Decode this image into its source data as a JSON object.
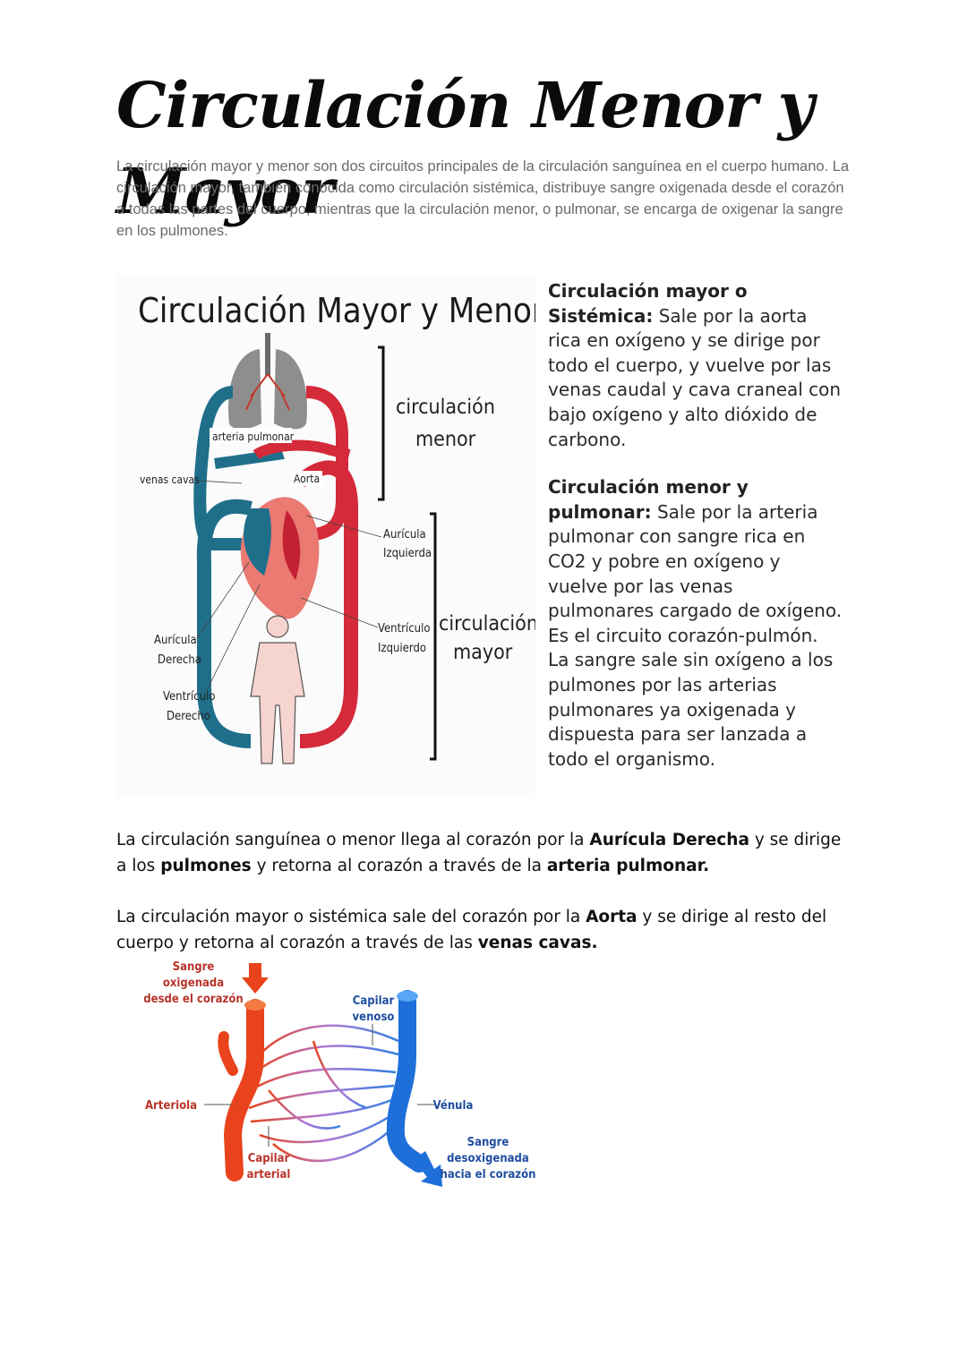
{
  "title": "Circulación Menor y Mayor",
  "intro": "La circulación mayor y menor son dos circuitos principales de la circulación sanguínea en el cuerpo humano. La circulación mayor, también conocida como circulación sistémica, distribuye sangre oxigenada desde el corazón a todas las partes del cuerpo, mientras que la circulación menor, o pulmonar, se encarga de oxigenar la sangre en los pulmones.",
  "diagram1": {
    "title": "Circulación Mayor y Menor",
    "labels": {
      "arteria_pulmonar": "arteria pulmonar",
      "venas_cavas": "venas cavas",
      "aorta": "Aorta",
      "auricula_izq_1": "Aurícula",
      "auricula_izq_2": "Izquierda",
      "ventriculo_izq_1": "Ventrículo",
      "ventriculo_izq_2": "Izquierdo",
      "auricula_der_1": "Aurícula",
      "auricula_der_2": "Derecha",
      "ventriculo_der_1": "Ventrículo",
      "ventriculo_der_2": "Derecho",
      "circ_menor_1": "circulación",
      "circ_menor_2": "menor",
      "circ_mayor_1": "circulación",
      "circ_mayor_2": "mayor"
    },
    "colors": {
      "oxygenated": "#d42a3a",
      "deoxygenated": "#1f6f8b",
      "heart": "#ea7a72",
      "lungs": "#8a8a8a"
    }
  },
  "side": {
    "mayor_heading": "Circulación mayor o Sistémica:",
    "mayor_text": " Sale por la aorta rica en oxígeno y se dirige por todo el cuerpo, y vuelve por las venas  caudal y cava craneal con bajo oxígeno y alto dióxido de carbono.",
    "menor_heading": "Circulación menor y pulmonar:",
    "menor_text": " Sale por la arteria pulmonar con sangre rica en CO2 y pobre en oxígeno y vuelve por las venas pulmonares cargado de oxígeno. Es el circuito corazón-pulmón. La sangre sale sin oxígeno a los pulmones por las arterias pulmonares ya oxigenada y dispuesta para ser lanzada a todo el organismo."
  },
  "para1": {
    "t1": "La circulación sanguínea o menor llega al corazón por la ",
    "b1": "Aurícula Derecha",
    "t2": " y se dirige a los ",
    "b2": "pulmones",
    "t3": " y retorna al corazón a través de la ",
    "b3": "arteria pulmonar."
  },
  "para2": {
    "t1": "La circulación  mayor o sistémica sale del corazón por la ",
    "b1": "Aorta",
    "t2": " y se dirige al resto del cuerpo y retorna al corazón a través de las ",
    "b2": "venas cavas."
  },
  "diagram2": {
    "sangre_oxi_1": "Sangre",
    "sangre_oxi_2": "oxigenada",
    "sangre_oxi_3": "desde el corazón",
    "capilar_venoso_1": "Capilar",
    "capilar_venoso_2": "venoso",
    "arteriola": "Arteriola",
    "venula": "Vénula",
    "capilar_arterial_1": "Capilar",
    "capilar_arterial_2": "arterial",
    "sangre_desoxi_1": "Sangre",
    "sangre_desoxi_2": "desoxigenada",
    "sangre_desoxi_3": "hacia el corazón",
    "colors": {
      "artery": "#e8431c",
      "vein": "#1e6fd9",
      "label_red": "#b8342a",
      "label_blue": "#1f4ea0"
    }
  }
}
